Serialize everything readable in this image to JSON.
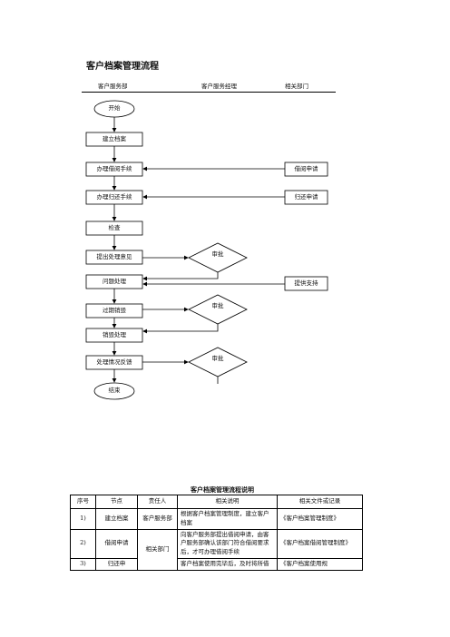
{
  "title": "客户档案管理流程",
  "lanes": [
    "客户服务部",
    "客户服务经理",
    "相关部门"
  ],
  "flow": {
    "start": "开始",
    "steps": [
      "建立档案",
      "办理借阅手续",
      "办理归还手续",
      "检查",
      "提出处理意见",
      "问题处理",
      "过期销毁",
      "销毁处理",
      "处理情况反馈"
    ],
    "end": "结束",
    "approvals": [
      "审批",
      "审批",
      "审批"
    ],
    "dept": [
      "借阅申请",
      "归还申请",
      "提供支持"
    ]
  },
  "table": {
    "title": "客户档案管理流程说明",
    "headers": [
      "序号",
      "节点",
      "责任人",
      "相关说明",
      "相关文件或记录"
    ],
    "rows": [
      {
        "no": "1)",
        "node": "建立档案",
        "owner": "客户服务部",
        "desc": "根据客户档案管理制度，建立客户档案",
        "doc": "《客户档案管理制度》"
      },
      {
        "no": "2)",
        "node": "借阅申请",
        "owner": "相关部门",
        "desc": "向客户服务部提出借阅申请，由客户服务部确认该部门符合借阅要求后，才可办理借阅手续",
        "doc": "《客户档案借阅管理制度》"
      },
      {
        "no": "3)",
        "node": "归还申",
        "owner": "",
        "desc": "客户档案使用完毕后，及时将所借",
        "doc": "《客户档案使用规"
      }
    ]
  }
}
